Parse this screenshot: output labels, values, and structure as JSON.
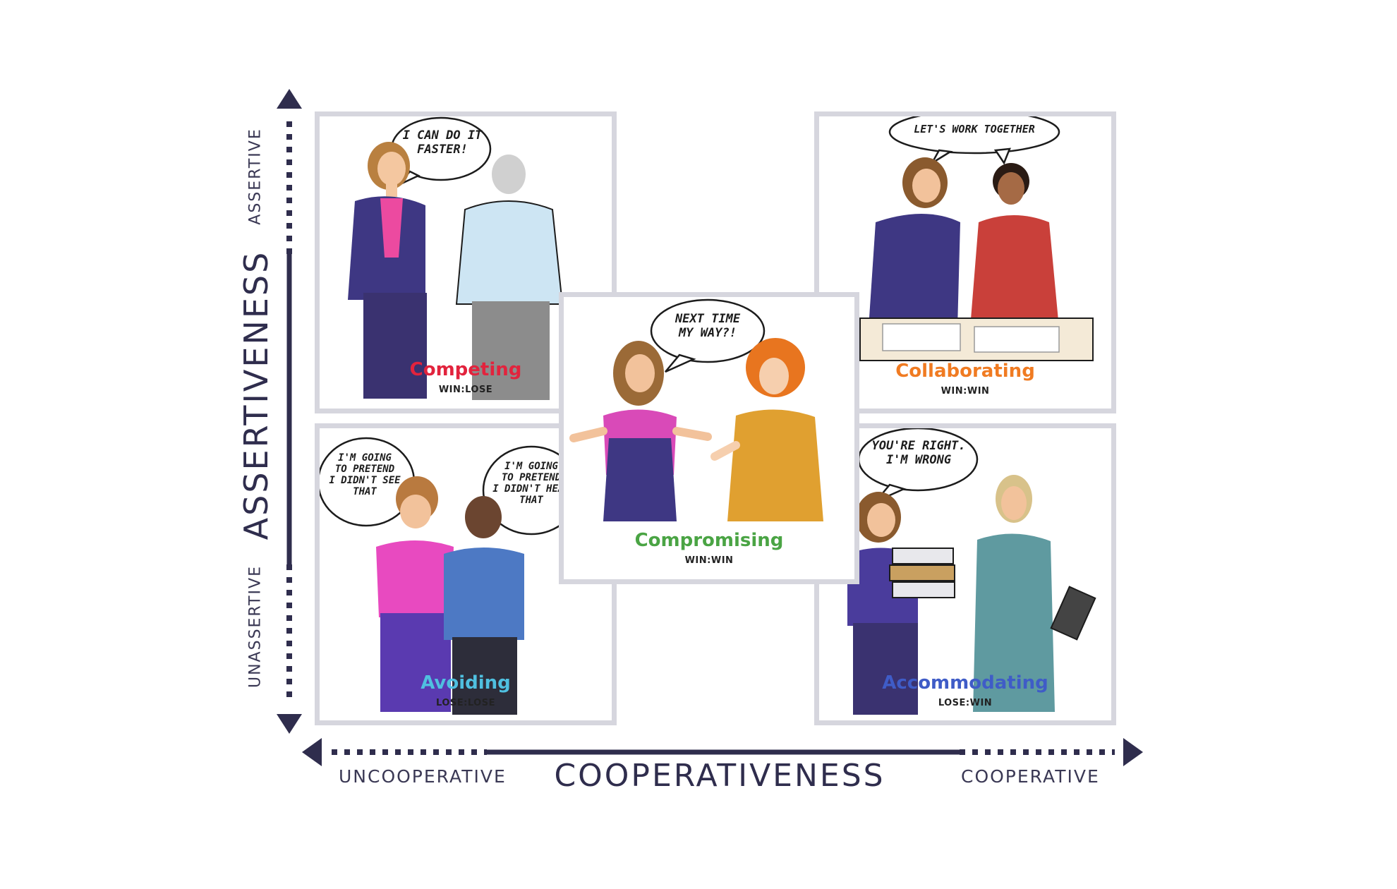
{
  "axes": {
    "y": {
      "title": "ASSERTIVENESS",
      "high": "ASSERTIVE",
      "low": "UNASSERTIVE"
    },
    "x": {
      "title": "COOPERATIVENESS",
      "low": "UNCOOPERATIVE",
      "high": "COOPERATIVE"
    }
  },
  "colors": {
    "axis": "#2f2d4d",
    "panel_border": "#d6d6de",
    "competing": "#e2233d",
    "collaborating": "#f07b22",
    "compromising": "#4aa444",
    "avoiding": "#4fc0e0",
    "accommodating": "#3f5cc7"
  },
  "panels": {
    "competing": {
      "name": "Competing",
      "result": "WIN:LOSE",
      "speech": [
        "I CAN DO IT",
        "FASTER!"
      ]
    },
    "collaborating": {
      "name": "Collaborating",
      "result": "WIN:WIN",
      "speech": [
        "LET'S WORK TOGETHER"
      ]
    },
    "compromising": {
      "name": "Compromising",
      "result": "WIN:WIN",
      "speech": [
        "NEXT TIME",
        "MY WAY?!"
      ]
    },
    "avoiding": {
      "name": "Avoiding",
      "result": "LOSE:LOSE",
      "speech_left": [
        "I'M GOING",
        "TO PRETEND",
        "I DIDN'T SEE",
        "THAT"
      ],
      "speech_right": [
        "I'M GOING",
        "TO PRETEND",
        "I DIDN'T HEAR",
        "THAT"
      ]
    },
    "accommodating": {
      "name": "Accommodating",
      "result": "LOSE:WIN",
      "speech": [
        "YOU'RE RIGHT.",
        "I'M WRONG"
      ]
    }
  }
}
